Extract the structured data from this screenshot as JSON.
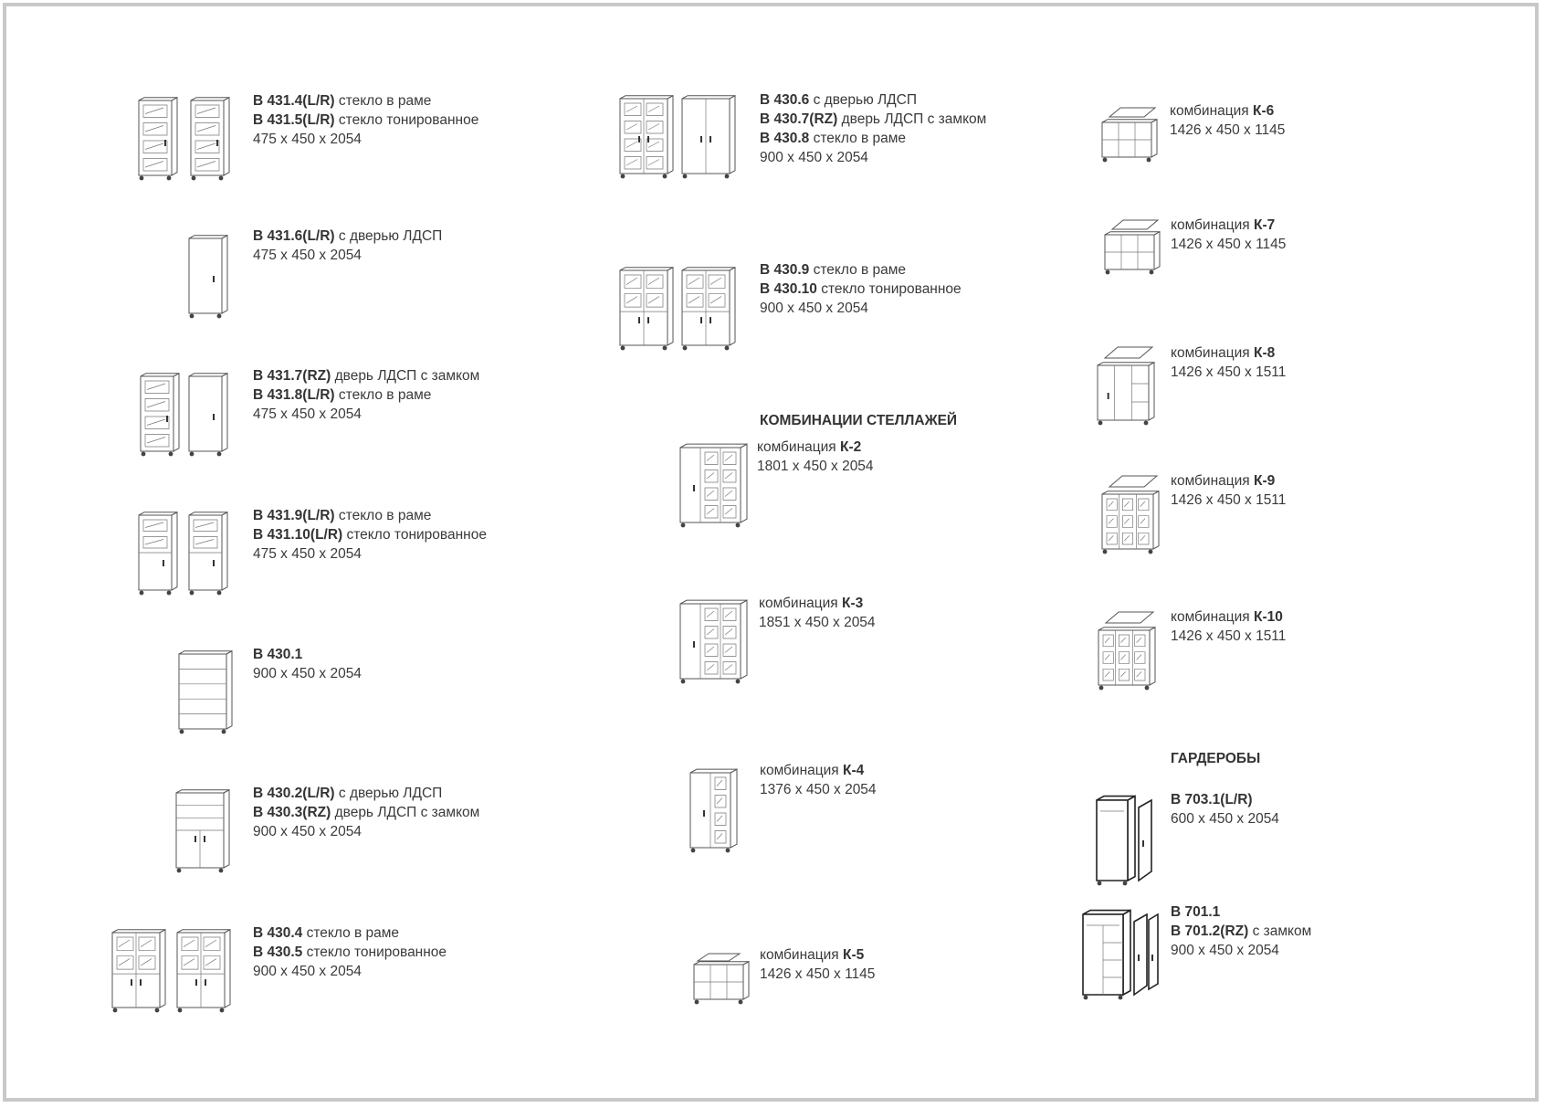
{
  "items": [
    {
      "lines": [
        {
          "code": "В 431.4(L/R)",
          "desc": " стекло в раме"
        },
        {
          "code": "В 431.5(L/R)",
          "desc": " стекло тонированное"
        }
      ],
      "size": "475 x 450 x 2054"
    },
    {
      "lines": [
        {
          "code": "В 431.6(L/R)",
          "desc": " с дверью ЛДСП"
        }
      ],
      "size": "475 x 450 x 2054"
    },
    {
      "lines": [
        {
          "code": "В 431.7(RZ)",
          "desc": " дверь ЛДСП с замком"
        },
        {
          "code": "В 431.8(L/R)",
          "desc": " стекло в раме"
        }
      ],
      "size": "475 x 450 x 2054"
    },
    {
      "lines": [
        {
          "code": "В 431.9(L/R)",
          "desc": " стекло в раме"
        },
        {
          "code": "В 431.10(L/R)",
          "desc": " стекло тонированное"
        }
      ],
      "size": "475 x 450 x 2054"
    },
    {
      "lines": [
        {
          "code": "В 430.1",
          "desc": ""
        }
      ],
      "size": "900 x 450 x 2054"
    },
    {
      "lines": [
        {
          "code": "В 430.2(L/R)",
          "desc": " с дверью ЛДСП"
        },
        {
          "code": "В 430.3(RZ)",
          "desc": " дверь ЛДСП с замком"
        }
      ],
      "size": "900 x 450 x 2054"
    },
    {
      "lines": [
        {
          "code": "В 430.4",
          "desc": " стекло в раме"
        },
        {
          "code": "В 430.5",
          "desc": " стекло тонированное"
        }
      ],
      "size": "900 x 450 x 2054"
    },
    {
      "lines": [
        {
          "code": "В 430.6",
          "desc": " с дверью ЛДСП"
        },
        {
          "code": "В 430.7(RZ)",
          "desc": " дверь ЛДСП с замком"
        },
        {
          "code": "В 430.8",
          "desc": " стекло в раме"
        }
      ],
      "size": "900 x 450 x 2054"
    },
    {
      "lines": [
        {
          "code": "В 430.9",
          "desc": " стекло в раме"
        },
        {
          "code": "В 430.10",
          "desc": " стекло тонированное"
        }
      ],
      "size": "900 x 450 x 2054"
    },
    {
      "lines": [
        {
          "prefix": "комбинация ",
          "code": "К-2"
        }
      ],
      "size": "1801 x 450 x 2054"
    },
    {
      "lines": [
        {
          "prefix": "комбинация ",
          "code": "К-3"
        }
      ],
      "size": "1851 x 450 x 2054"
    },
    {
      "lines": [
        {
          "prefix": "комбинация ",
          "code": "К-4"
        }
      ],
      "size": "1376 x 450 x 2054"
    },
    {
      "lines": [
        {
          "prefix": "комбинация ",
          "code": "К-5"
        }
      ],
      "size": "1426 x 450 x 1145"
    },
    {
      "lines": [
        {
          "prefix": "комбинация ",
          "code": "К-6"
        }
      ],
      "size": "1426 x 450 x 1145"
    },
    {
      "lines": [
        {
          "prefix": "комбинация ",
          "code": "К-7"
        }
      ],
      "size": "1426 x 450 x 1145"
    },
    {
      "lines": [
        {
          "prefix": "комбинация ",
          "code": "К-8"
        }
      ],
      "size": "1426 x 450 x 1511"
    },
    {
      "lines": [
        {
          "prefix": "комбинация ",
          "code": "К-9"
        }
      ],
      "size": "1426 x 450 x 1511"
    },
    {
      "lines": [
        {
          "prefix": "комбинация ",
          "code": "К-10"
        }
      ],
      "size": "1426 x 450 x 1511"
    },
    {
      "lines": [
        {
          "code": "В 703.1(L/R)",
          "desc": ""
        }
      ],
      "size": "600 x 450 x 2054"
    },
    {
      "lines": [
        {
          "code": "В 701.1",
          "desc": ""
        },
        {
          "code": "В 701.2(RZ)",
          "desc": " с замком"
        }
      ],
      "size": "900 x 450 x 2054"
    }
  ],
  "sections": {
    "combinations": "КОМБИНАЦИИ СТЕЛЛАЖЕЙ",
    "wardrobes": "ГАРДЕРОБЫ"
  },
  "colors": {
    "border": "#c8c8c8",
    "text": "#333333",
    "line": "#555555"
  }
}
